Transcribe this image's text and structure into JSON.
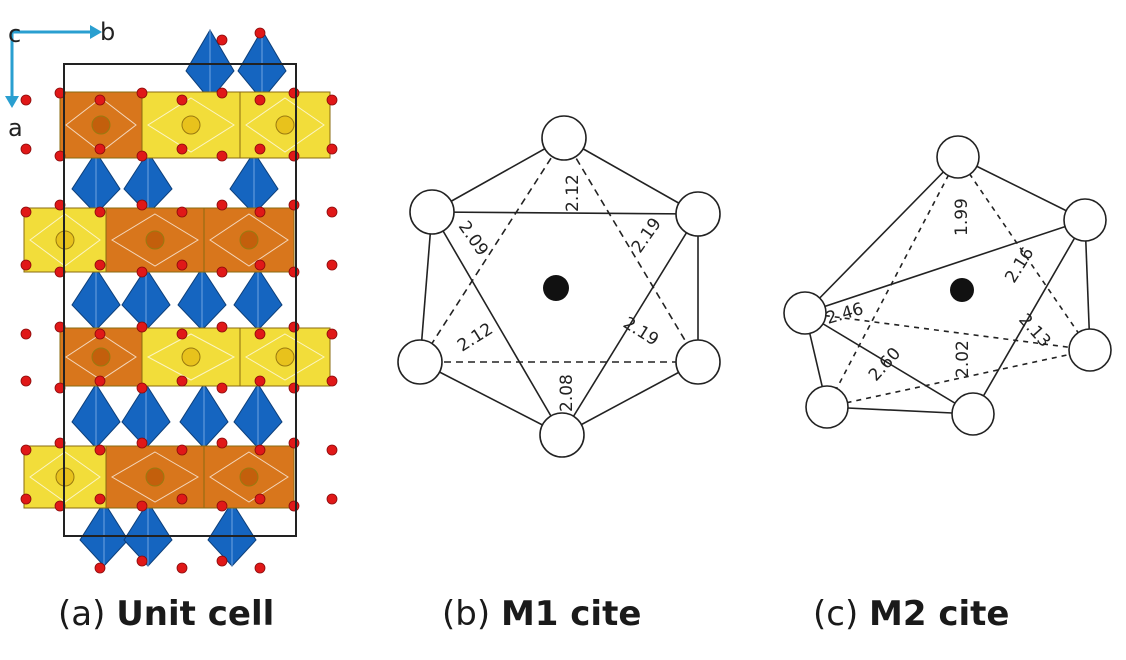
{
  "panels": {
    "a": {
      "label": "(a)",
      "name": "Unit cell",
      "axes": {
        "c": "c",
        "b": "b",
        "a": "a"
      },
      "colors": {
        "tetrahedra": "#1565c0",
        "m1_octahedra": "#d8761c",
        "m2_octahedra": "#f2dd3a",
        "oxygen": "#e01818",
        "axis_arrow": "#2a9fd0",
        "cell_outline": "#222222"
      }
    },
    "b": {
      "label": "(b)",
      "name": "M1 cite",
      "distances": [
        "2.12",
        "2.09",
        "2.19",
        "2.12",
        "2.19",
        "2.08"
      ]
    },
    "c": {
      "label": "(c)",
      "name": "M2 cite",
      "distances": [
        "1.99",
        "2.16",
        "2.46",
        "2.60",
        "2.02",
        "2.13"
      ]
    }
  }
}
